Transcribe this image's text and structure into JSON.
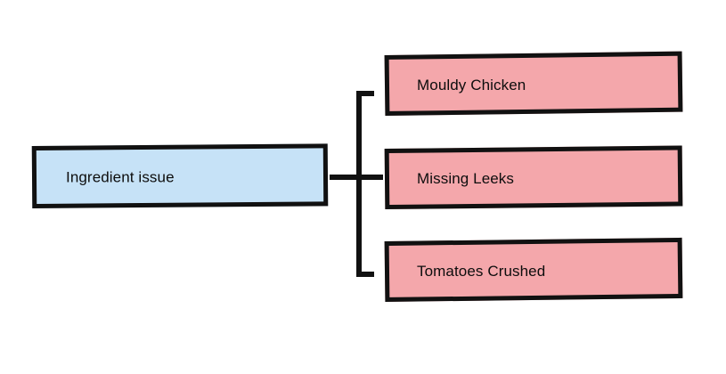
{
  "diagram": {
    "type": "tree",
    "orientation": "left-to-right",
    "root": {
      "label": "Ingredient issue",
      "fill": "#c6e2f7",
      "border": "#111111"
    },
    "children": [
      {
        "label": "Mouldy Chicken",
        "fill": "#f4a7ab",
        "border": "#111111"
      },
      {
        "label": "Missing Leeks",
        "fill": "#f4a7ab",
        "border": "#111111"
      },
      {
        "label": "Tomatoes Crushed",
        "fill": "#f4a7ab",
        "border": "#111111"
      }
    ],
    "connector": {
      "style": "bracket",
      "color": "#111111"
    }
  }
}
